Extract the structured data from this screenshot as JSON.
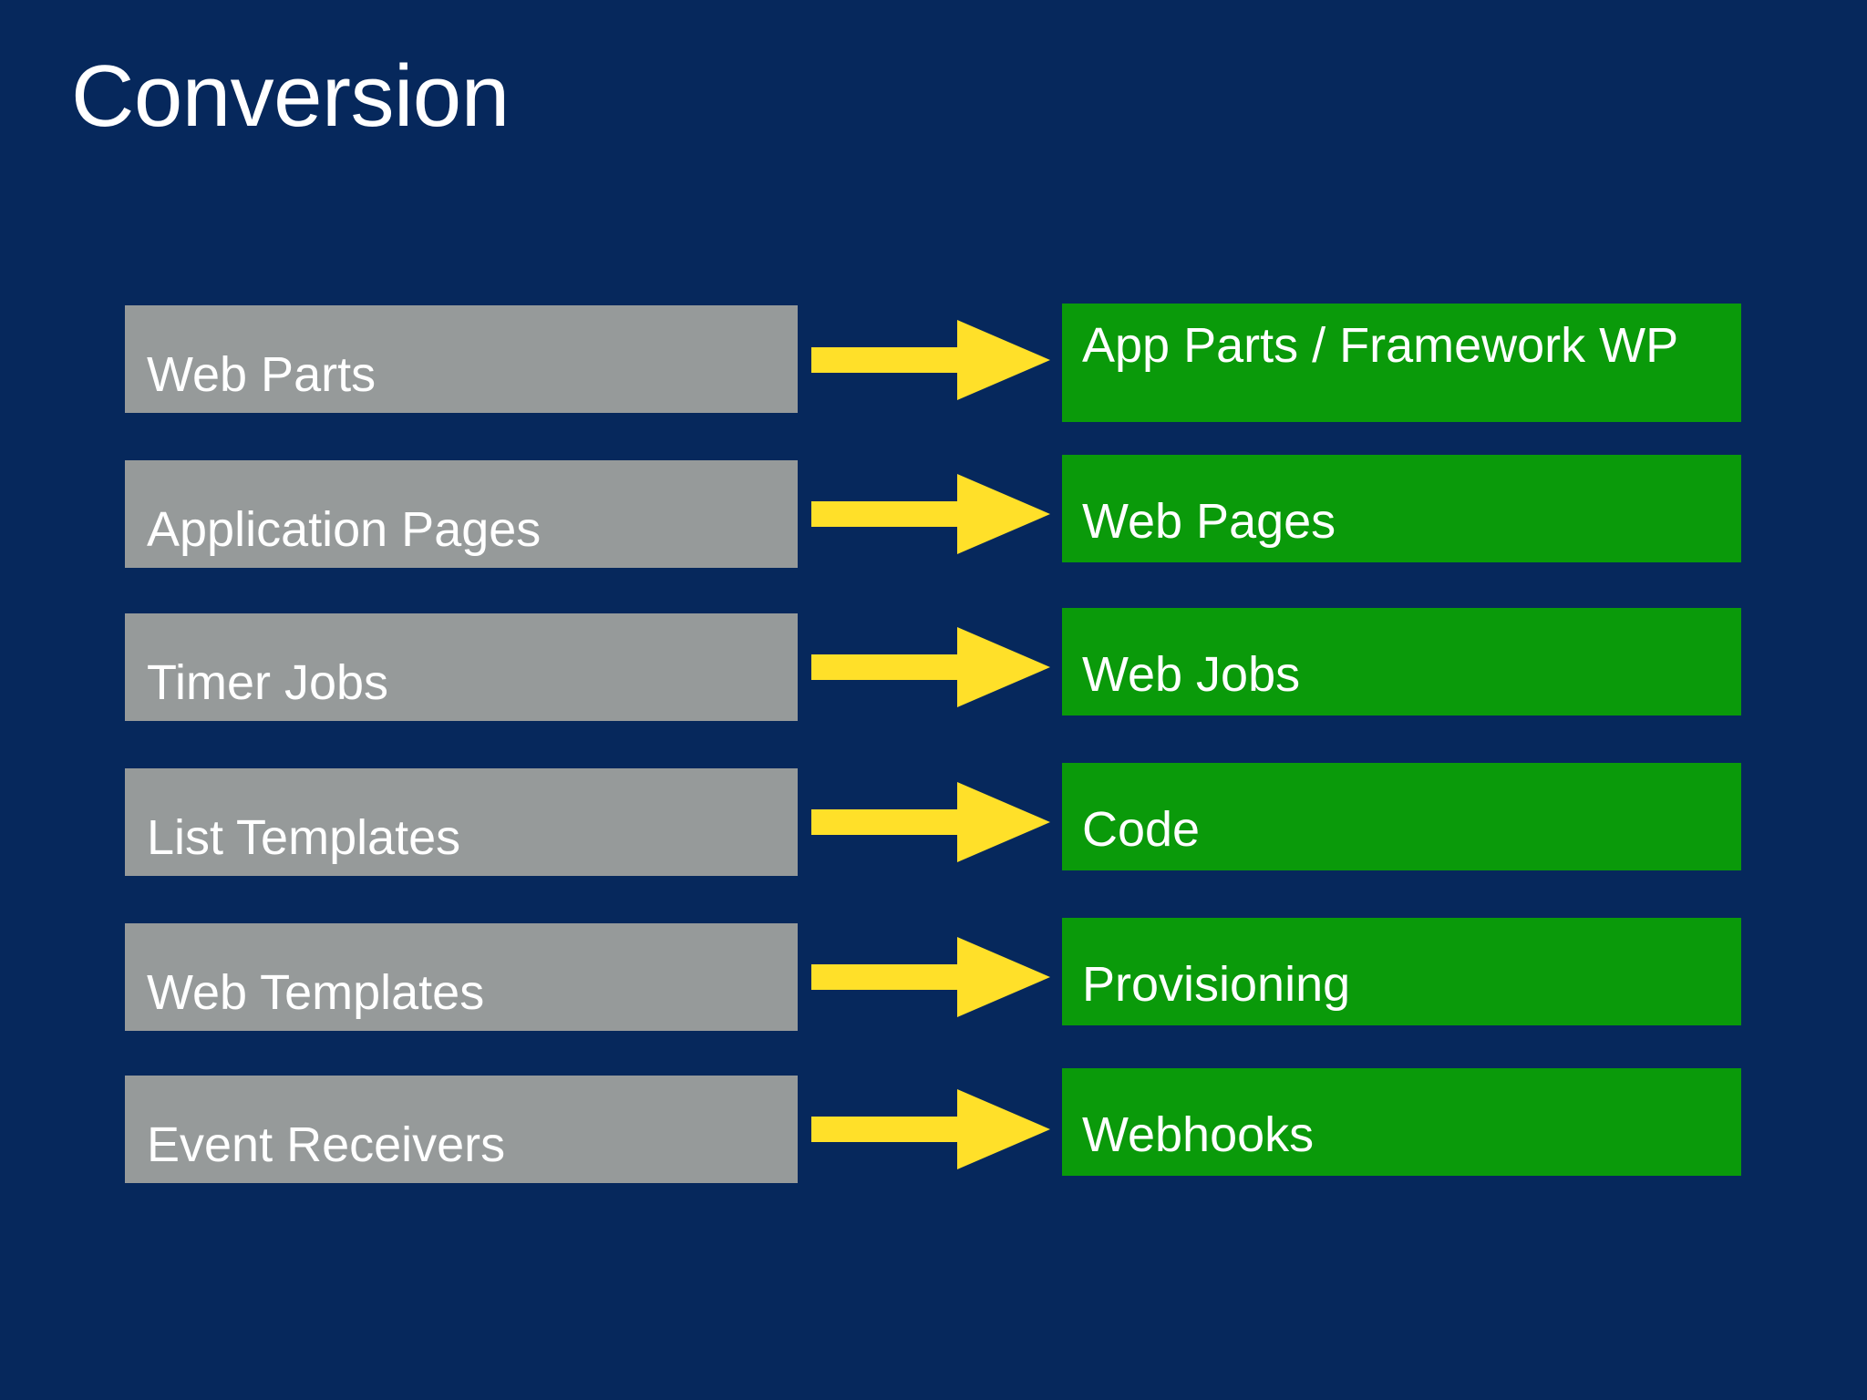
{
  "slide": {
    "title": "Conversion",
    "background_color": "#06285C",
    "source_box_color": "#969A9A",
    "target_box_color": "#0A9A0A",
    "arrow_color": "#FFE029",
    "text_color": "#FFFFFF"
  },
  "mappings": [
    {
      "source": "Web Parts",
      "arrow": "arrow-right-icon",
      "target": "App Parts / Framework WP"
    },
    {
      "source": "Application Pages",
      "arrow": "arrow-right-icon",
      "target": "Web Pages"
    },
    {
      "source": "Timer Jobs",
      "arrow": "arrow-right-icon",
      "target": "Web Jobs"
    },
    {
      "source": "List Templates",
      "arrow": "arrow-right-icon",
      "target": "Code"
    },
    {
      "source": "Web Templates",
      "arrow": "arrow-right-icon",
      "target": "Provisioning"
    },
    {
      "source": "Event Receivers",
      "arrow": "arrow-right-icon",
      "target": "Webhooks"
    }
  ]
}
